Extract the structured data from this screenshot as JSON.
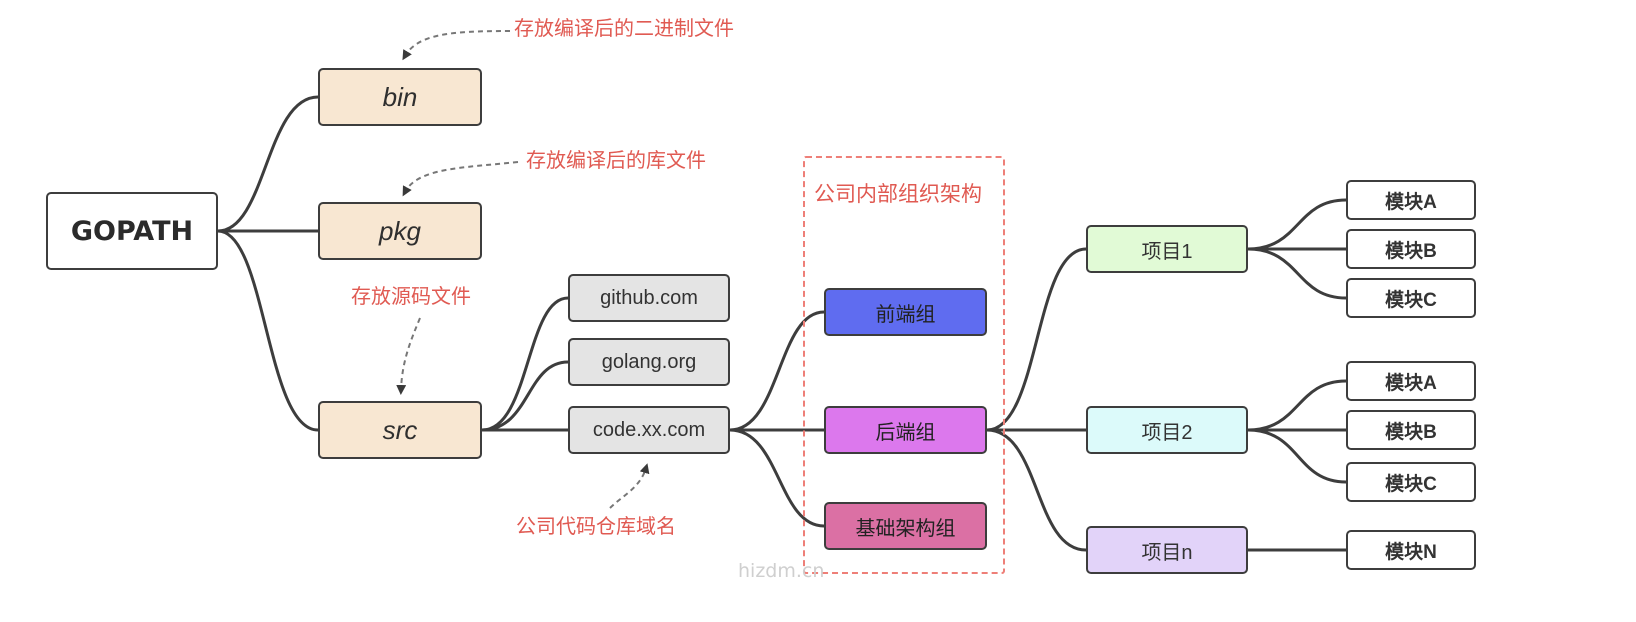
{
  "root": {
    "label": "GOPATH"
  },
  "dirs": {
    "bin": "bin",
    "pkg": "pkg",
    "src": "src"
  },
  "hosts": {
    "github": "github.com",
    "golang": "golang.org",
    "code": "code.xx.com"
  },
  "org": {
    "title": "公司内部组织架构",
    "teams": {
      "frontend": {
        "label": "前端组",
        "color": "#5f6cf0"
      },
      "backend": {
        "label": "后端组",
        "color": "#dc78ed"
      },
      "infra": {
        "label": "基础架构组",
        "color": "#db70a4"
      }
    }
  },
  "projects": {
    "p1": {
      "label": "项目1",
      "color": "#e1fad6"
    },
    "p2": {
      "label": "项目2",
      "color": "#dcfafa"
    },
    "pn": {
      "label": "项目n",
      "color": "#e2d3f9"
    }
  },
  "modules": {
    "p1": [
      "模块A",
      "模块B",
      "模块C"
    ],
    "p2": [
      "模块A",
      "模块B",
      "模块C"
    ],
    "pn": [
      "模块N"
    ]
  },
  "annotations": {
    "bin_note": "存放编译后的二进制文件",
    "pkg_note": "存放编译后的库文件",
    "src_note": "存放源码文件",
    "code_note": "公司代码仓库域名"
  },
  "colors": {
    "annotation": "#e05a52",
    "line": "#3d3d3d",
    "dir_fill": "#f8e7d2",
    "host_fill": "#e4e4e4"
  },
  "watermark": "hizdm.cn"
}
